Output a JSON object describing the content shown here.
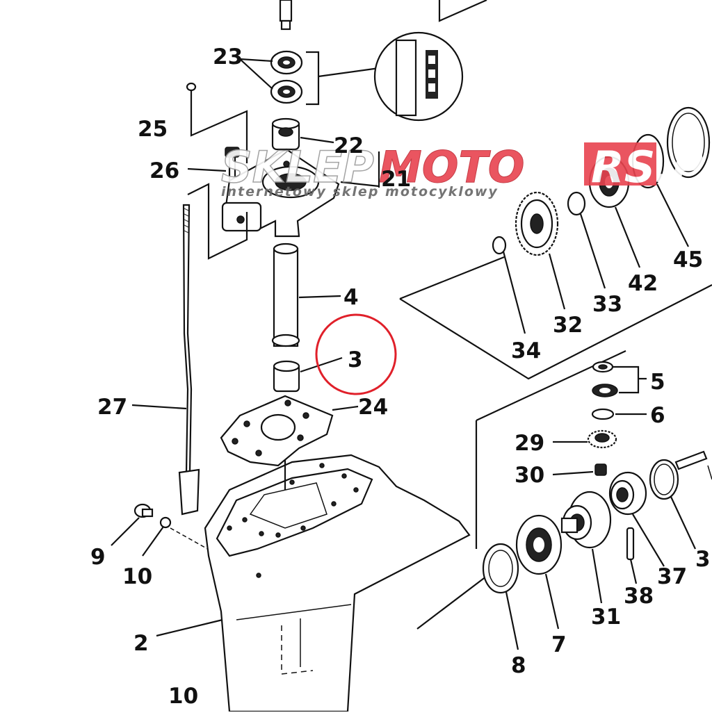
{
  "watermark": {
    "brand_left": "SKLEP",
    "brand_mid": "MOTO",
    "brand_right": "RS.P",
    "tagline": "internetowy sklep motocyklowy",
    "brand_color": "#e8434f"
  },
  "highlight": {
    "color": "#e0202a",
    "target_part": "3"
  },
  "callouts": [
    {
      "id": "c23",
      "text": "23"
    },
    {
      "id": "c25",
      "text": "25"
    },
    {
      "id": "c22",
      "text": "22"
    },
    {
      "id": "c26",
      "text": "26"
    },
    {
      "id": "c21",
      "text": "21"
    },
    {
      "id": "c4",
      "text": "4"
    },
    {
      "id": "c3",
      "text": "3"
    },
    {
      "id": "c24",
      "text": "24"
    },
    {
      "id": "c27",
      "text": "27"
    },
    {
      "id": "c9",
      "text": "9"
    },
    {
      "id": "c10a",
      "text": "10"
    },
    {
      "id": "c2",
      "text": "2"
    },
    {
      "id": "c10b",
      "text": "10"
    },
    {
      "id": "c45",
      "text": "45"
    },
    {
      "id": "c42",
      "text": "42"
    },
    {
      "id": "c33",
      "text": "33"
    },
    {
      "id": "c32",
      "text": "32"
    },
    {
      "id": "c34",
      "text": "34"
    },
    {
      "id": "c5",
      "text": "5"
    },
    {
      "id": "c6",
      "text": "6"
    },
    {
      "id": "c29",
      "text": "29"
    },
    {
      "id": "c30",
      "text": "30"
    },
    {
      "id": "c37",
      "text": "37"
    },
    {
      "id": "c3x",
      "text": "3"
    },
    {
      "id": "c38",
      "text": "38"
    },
    {
      "id": "c31",
      "text": "31"
    },
    {
      "id": "c7",
      "text": "7"
    },
    {
      "id": "c8",
      "text": "8"
    }
  ]
}
